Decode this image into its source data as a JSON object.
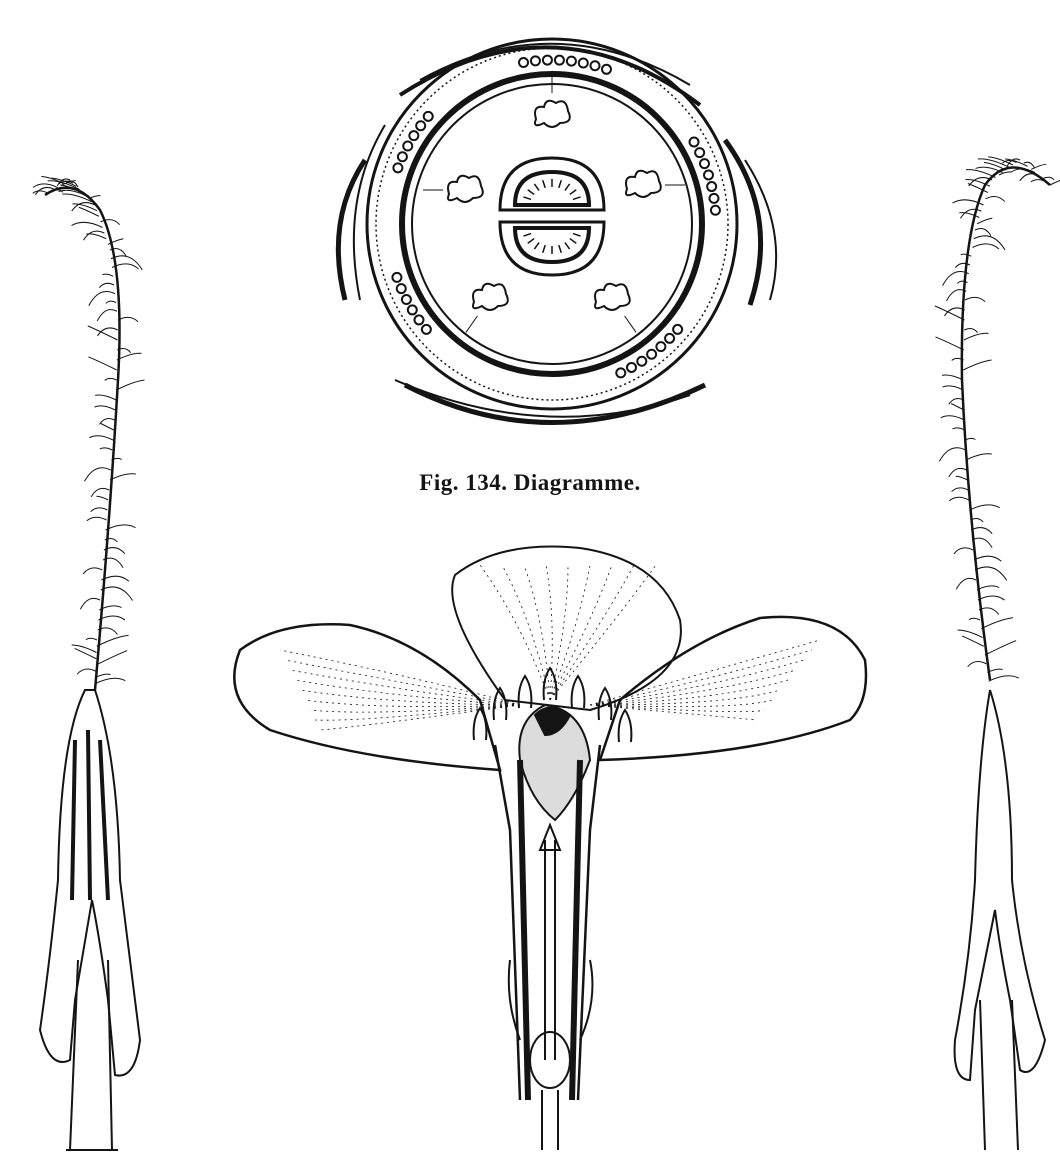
{
  "caption": "Fig. 134. Diagramme.",
  "colors": {
    "ink": "#141414",
    "paper": "#ffffff"
  },
  "figures": [
    {
      "id": "left-stamen-illustration",
      "icon": "hairy-style-with-anthers"
    },
    {
      "id": "floral-diagram",
      "icon": "flower-cross-section-diagram",
      "rings": 4,
      "stamens": 5,
      "ovary_locules": 2
    },
    {
      "id": "flower-section-illustration",
      "icon": "longitudinal-flower-section",
      "petals_visible": 3
    },
    {
      "id": "right-stamen-illustration",
      "icon": "hairy-style-with-anthers"
    }
  ]
}
